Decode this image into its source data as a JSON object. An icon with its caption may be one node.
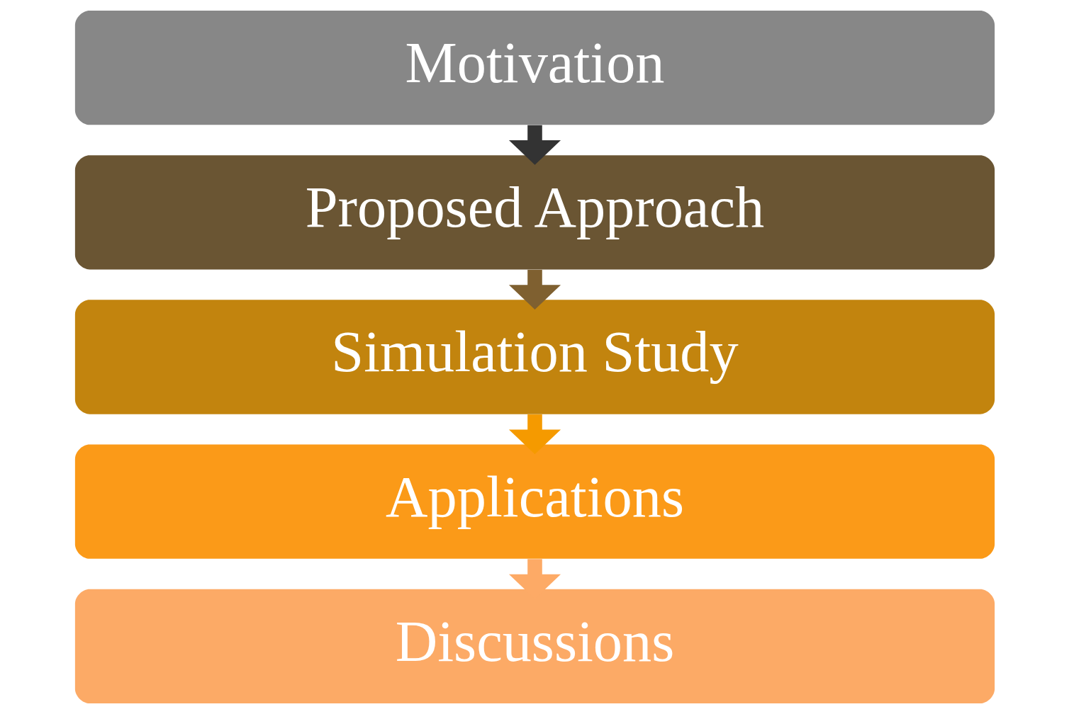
{
  "diagram": {
    "nodes": [
      {
        "text": [
          "Motivation"
        ]
      },
      {
        "text": [
          "Proposed Approach"
        ]
      },
      {
        "text": [
          "Simulation Study"
        ]
      },
      {
        "text": [
          "Applications"
        ]
      },
      {
        "text": [
          "Discussions"
        ]
      }
    ],
    "edges": [
      {
        "from": 0,
        "to": 1,
        "arrow": "to",
        "color": "#333333"
      },
      {
        "from": 1,
        "to": 2,
        "arrow": "to",
        "color": "#7f6030"
      },
      {
        "from": 2,
        "to": 3,
        "arrow": "to",
        "color": "#f59a00"
      },
      {
        "from": 3,
        "to": 4,
        "arrow": "to",
        "color": "#fdaa66"
      }
    ]
  }
}
